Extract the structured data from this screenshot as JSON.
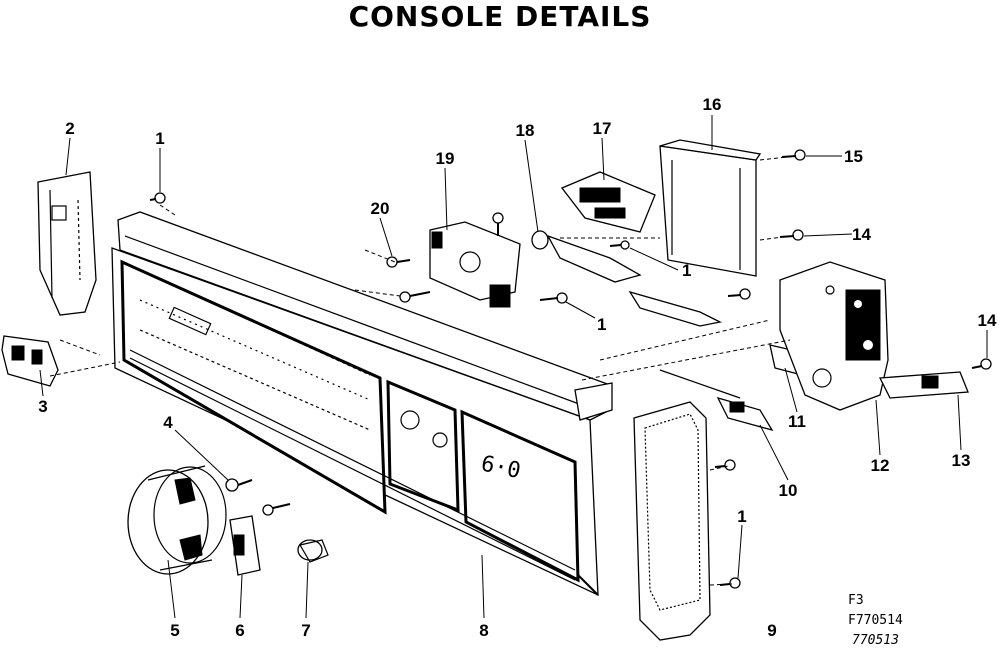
{
  "title": "CONSOLE DETAILS",
  "callouts": [
    {
      "id": "c1a",
      "text": "1"
    },
    {
      "id": "c2",
      "text": "2"
    },
    {
      "id": "c3",
      "text": "3"
    },
    {
      "id": "c4",
      "text": "4"
    },
    {
      "id": "c5",
      "text": "5"
    },
    {
      "id": "c6",
      "text": "6"
    },
    {
      "id": "c7",
      "text": "7"
    },
    {
      "id": "c8",
      "text": "8"
    },
    {
      "id": "c9",
      "text": "9"
    },
    {
      "id": "c10",
      "text": "10"
    },
    {
      "id": "c11",
      "text": "11"
    },
    {
      "id": "c12",
      "text": "12"
    },
    {
      "id": "c13",
      "text": "13"
    },
    {
      "id": "c14a",
      "text": "14"
    },
    {
      "id": "c14b",
      "text": "14"
    },
    {
      "id": "c15",
      "text": "15"
    },
    {
      "id": "c16",
      "text": "16"
    },
    {
      "id": "c17",
      "text": "17"
    },
    {
      "id": "c18",
      "text": "18"
    },
    {
      "id": "c19",
      "text": "19"
    },
    {
      "id": "c20",
      "text": "20"
    },
    {
      "id": "c1b",
      "text": "1"
    },
    {
      "id": "c1c",
      "text": "1"
    },
    {
      "id": "c1d",
      "text": "1"
    }
  ],
  "reference": {
    "line1": "F3",
    "line2": "F770514",
    "line3": "770513"
  }
}
